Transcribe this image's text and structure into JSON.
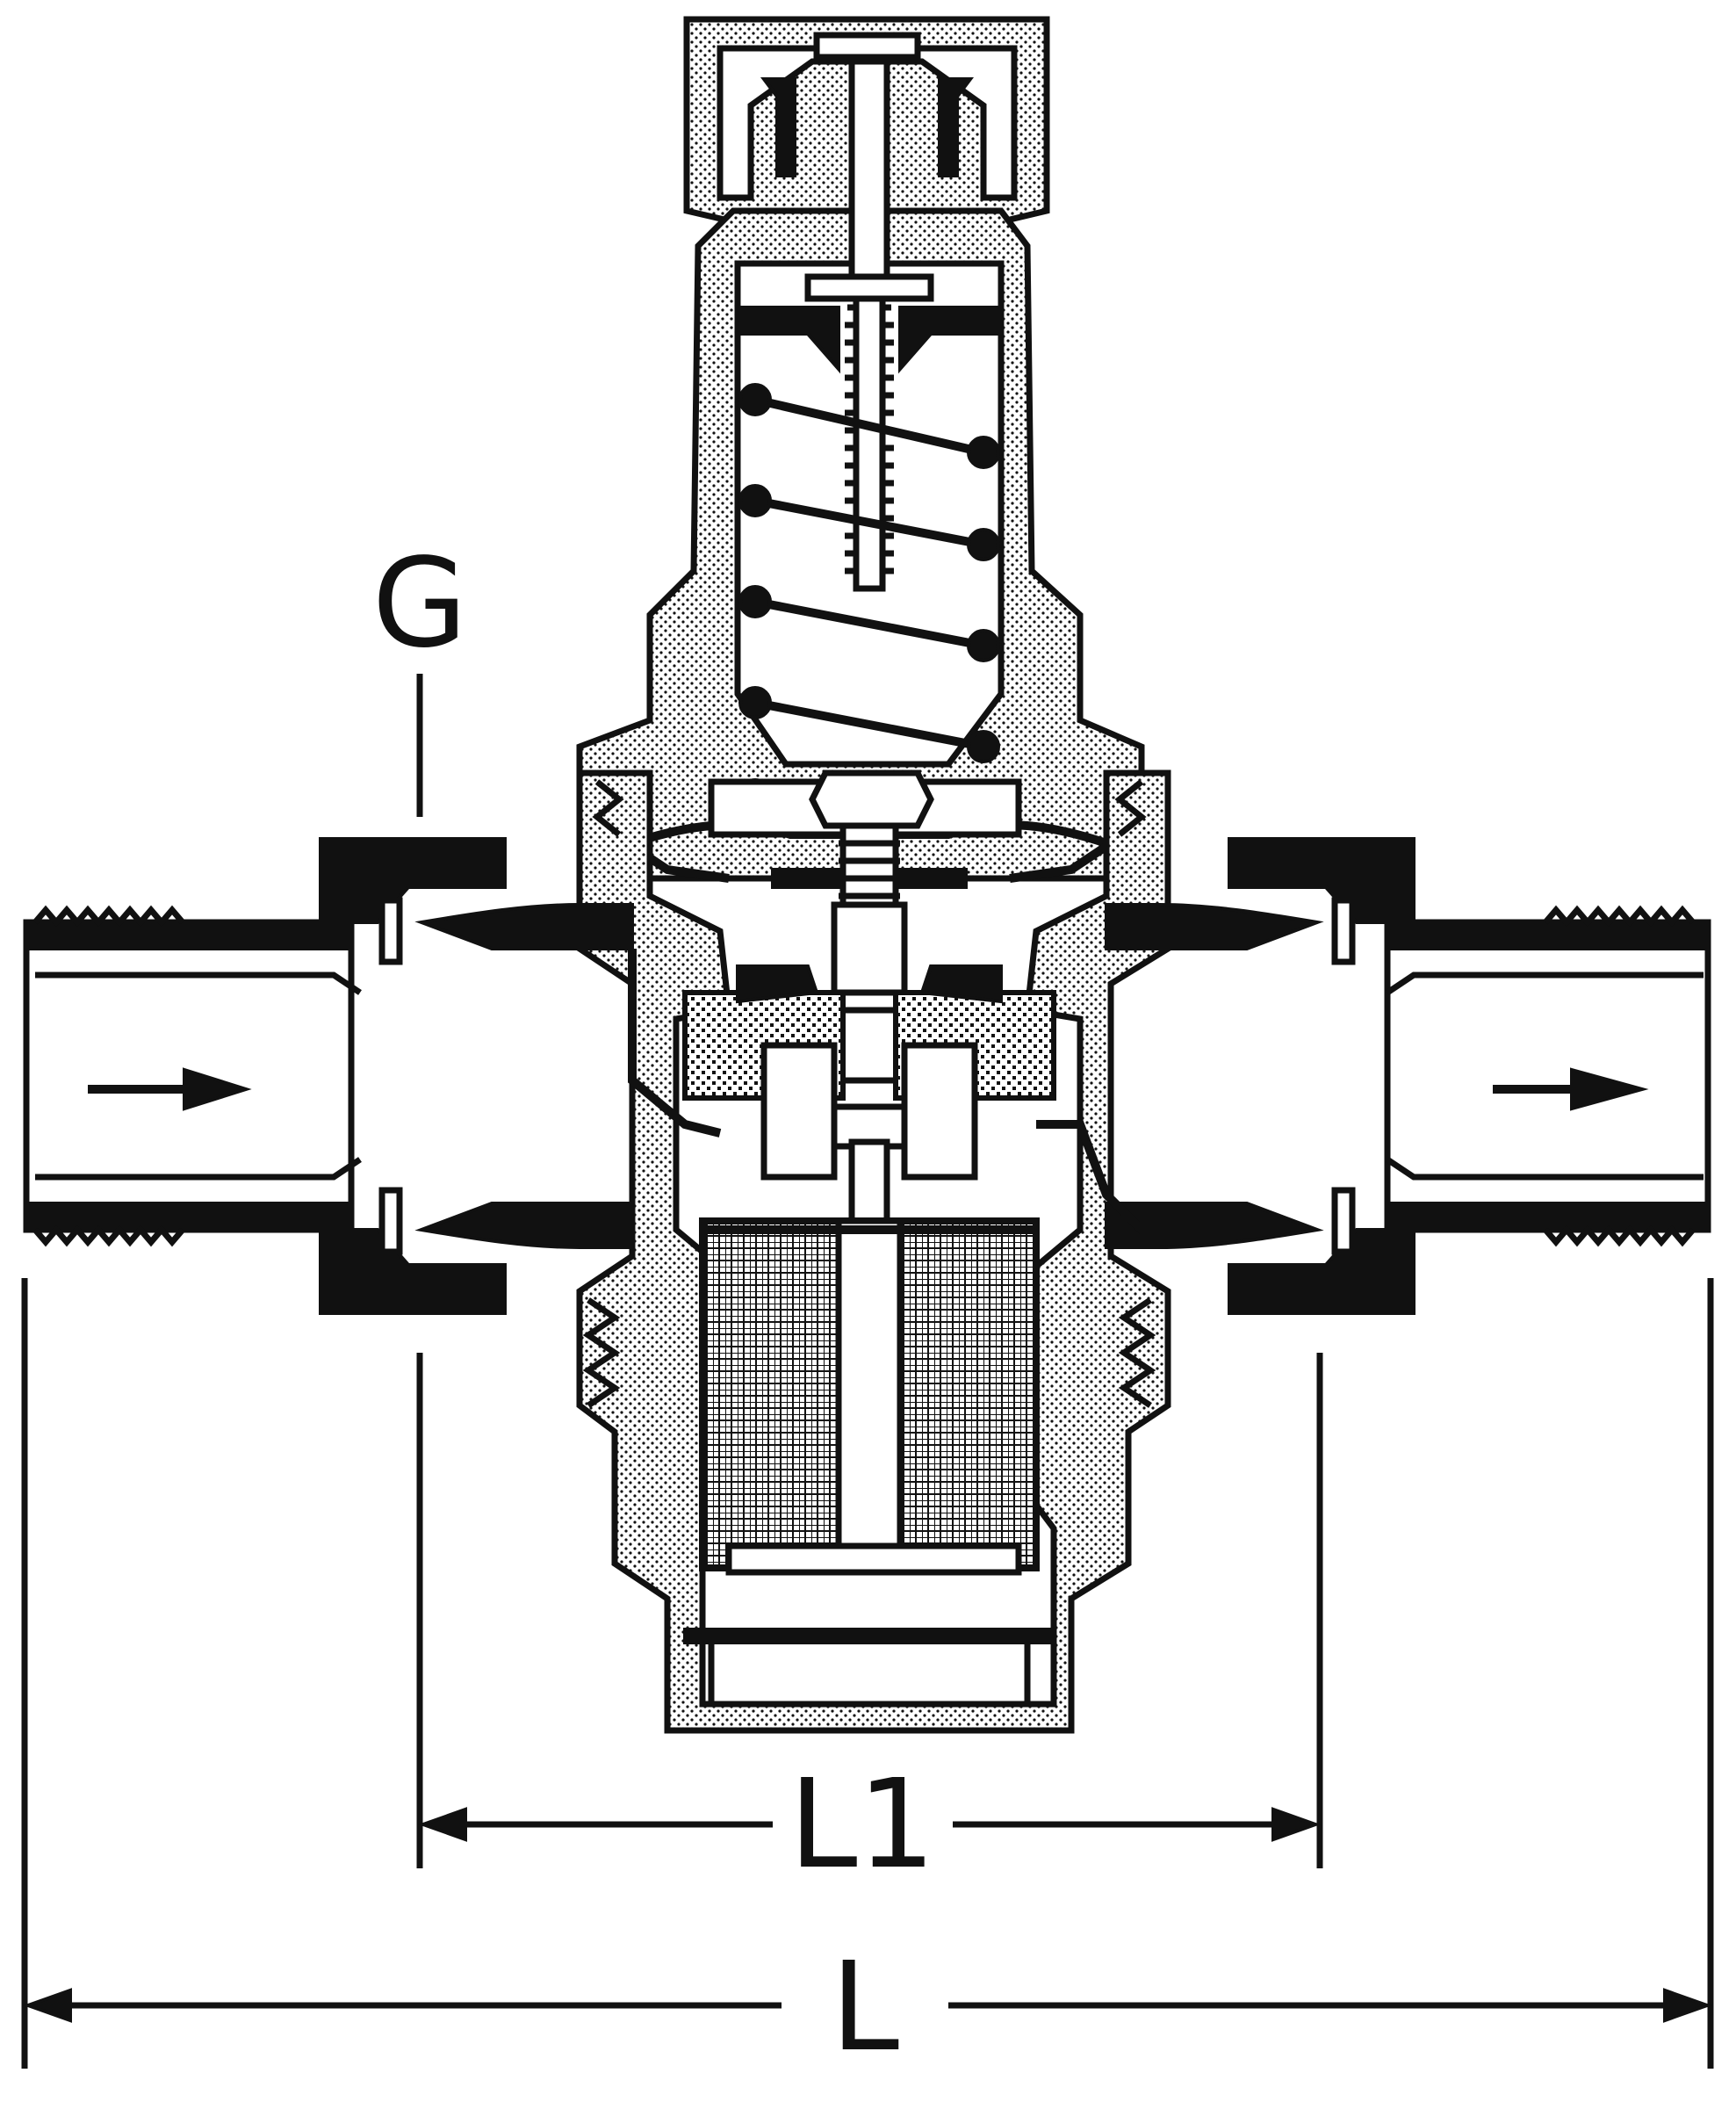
{
  "labels": {
    "g": "G",
    "l1": "L1",
    "l": "L"
  },
  "colors": {
    "ink": "#111111",
    "paper": "#ffffff"
  }
}
